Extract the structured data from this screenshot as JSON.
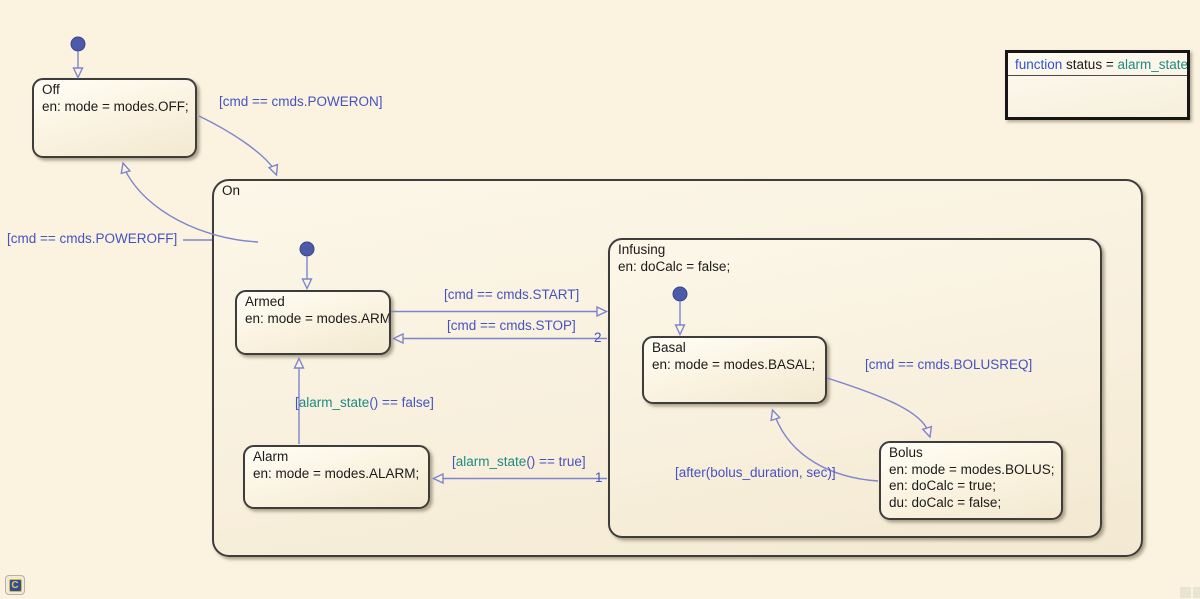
{
  "diagram": {
    "type": "stateflow-state-machine",
    "background": "#fbf3e0",
    "colors": {
      "transition_line": "#7d85cd",
      "label_blue": "#4453c0",
      "function_teal": "#1f8a80",
      "keyword_blue": "#3351cf",
      "state_border": "#3d3d3d",
      "initial_dot": "#4d59a9",
      "text_black": "#1a1a1a"
    },
    "states": {
      "off": {
        "title": "Off",
        "body": "en: mode = modes.OFF;"
      },
      "on": {
        "title": "On"
      },
      "armed": {
        "title": "Armed",
        "body": "en: mode = modes.ARM;"
      },
      "infusing": {
        "title": "Infusing",
        "body": "en: doCalc = false;"
      },
      "basal": {
        "title": "Basal",
        "body": "en: mode = modes.BASAL;"
      },
      "bolus": {
        "title": "Bolus",
        "body_lines": [
          "en: mode = modes.BOLUS;",
          "en: doCalc = true;",
          "du: doCalc = false;"
        ]
      },
      "alarm": {
        "title": "Alarm",
        "body": "en: mode = modes.ALARM;"
      }
    },
    "transitions": {
      "poweron": {
        "label": "[cmd == cmds.POWERON]"
      },
      "poweroff": {
        "label": "[cmd == cmds.POWEROFF]"
      },
      "start": {
        "label": "[cmd == cmds.START]"
      },
      "stop": {
        "label": "[cmd == cmds.STOP]",
        "order": "2"
      },
      "bolusreq": {
        "label": "[cmd == cmds.BOLUSREQ]"
      },
      "after_bolus": {
        "label": "[after(bolus_duration, sec)]"
      },
      "alarm_clear": {
        "bracket_open": "[",
        "func_name": "alarm_state",
        "rest": "() == false]"
      },
      "alarm_raise": {
        "bracket_open": "[",
        "func_name": "alarm_state",
        "rest": "() == true]",
        "order": "1"
      }
    },
    "function_box": {
      "keyword": "function",
      "middle": " status = ",
      "func_name": "alarm_state"
    },
    "badge": {
      "label": "C"
    }
  }
}
